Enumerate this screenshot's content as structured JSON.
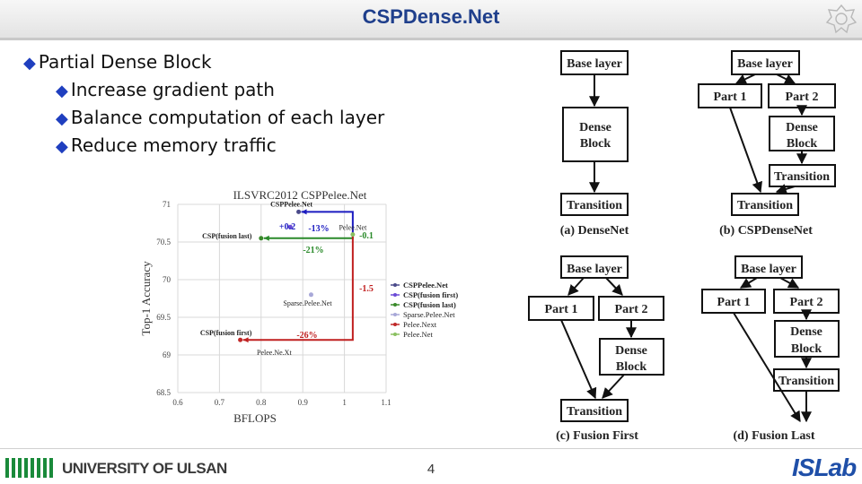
{
  "slide": {
    "title": "CSPDense.Net",
    "page_number": "4"
  },
  "bullets": [
    {
      "text": "Partial Dense Block",
      "level": 1
    },
    {
      "text": "Increase gradient path",
      "level": 2
    },
    {
      "text": "Balance computation of each layer",
      "level": 2
    },
    {
      "text": "Reduce memory traffic",
      "level": 2
    }
  ],
  "footer": {
    "university": "UNIVERSITY OF ULSAN",
    "lab": "ISLab"
  },
  "chart_data": {
    "type": "scatter",
    "title": "ILSVRC2012 CSPPelee.Net",
    "xlabel": "BFLOPS",
    "ylabel": "Top-1 Accuracy",
    "xlim": [
      0.6,
      1.1
    ],
    "ylim": [
      68.5,
      71
    ],
    "xticks": [
      "0.6",
      "0.7",
      "0.8",
      "0.9",
      "1",
      "1.1"
    ],
    "yticks": [
      "68.5",
      "69",
      "69.5",
      "70",
      "70.5",
      "71"
    ],
    "grid": true,
    "legend_position": "right",
    "series": [
      {
        "name": "CSPPelee.Net",
        "color": "#4a4a8a",
        "x": [
          0.89
        ],
        "y": [
          70.9
        ]
      },
      {
        "name": "CSP(fusion first)",
        "color": "#6b4ad6",
        "x": [
          0.87
        ],
        "y": [
          70.7
        ]
      },
      {
        "name": "CSP(fusion last)",
        "color": "#3a8a2a",
        "x": [
          0.8
        ],
        "y": [
          70.55
        ]
      },
      {
        "name": "Sparse.Pelee.Net",
        "color": "#a8a8d8",
        "x": [
          0.92
        ],
        "y": [
          69.8
        ]
      },
      {
        "name": "Pelee.Next",
        "color": "#c02828",
        "x": [
          0.75
        ],
        "y": [
          69.2
        ]
      },
      {
        "name": "Pelee.Net",
        "color": "#8ac060",
        "x": [
          1.02
        ],
        "y": [
          70.6
        ]
      }
    ],
    "point_labels": [
      {
        "text": "CSPPelee.Net",
        "x": 0.89,
        "y": 70.9
      },
      {
        "text": "Pelee.Net",
        "x": 1.02,
        "y": 70.6
      },
      {
        "text": "CSP(fusion last)",
        "x": 0.8,
        "y": 70.55
      },
      {
        "text": "Sparse.Pelee.Net",
        "x": 0.92,
        "y": 69.8
      },
      {
        "text": "CSP(fusion first)",
        "x": 0.75,
        "y": 69.2
      },
      {
        "text": "Pelee.Ne.Xt",
        "x": 0.84,
        "y": 69.0
      }
    ],
    "annotations": [
      {
        "text": "+0.2",
        "color": "#1c1cc0"
      },
      {
        "text": "-13%",
        "color": "#1c1cc0"
      },
      {
        "text": "-0.1",
        "color": "#2a8a2a"
      },
      {
        "text": "-21%",
        "color": "#2a8a2a"
      },
      {
        "text": "-1.5",
        "color": "#c02020"
      },
      {
        "text": "-26%",
        "color": "#c02020"
      }
    ]
  },
  "diagrams": {
    "captions": [
      "(a) DenseNet",
      "(b) CSPDenseNet",
      "(c) Fusion First",
      "(d) Fusion Last"
    ],
    "labels": {
      "base_layer": "Base layer",
      "dense_block": "Dense Block",
      "dense": "Dense",
      "block": "Block",
      "transition": "Transition",
      "part1": "Part 1",
      "part2": "Part 2"
    }
  }
}
